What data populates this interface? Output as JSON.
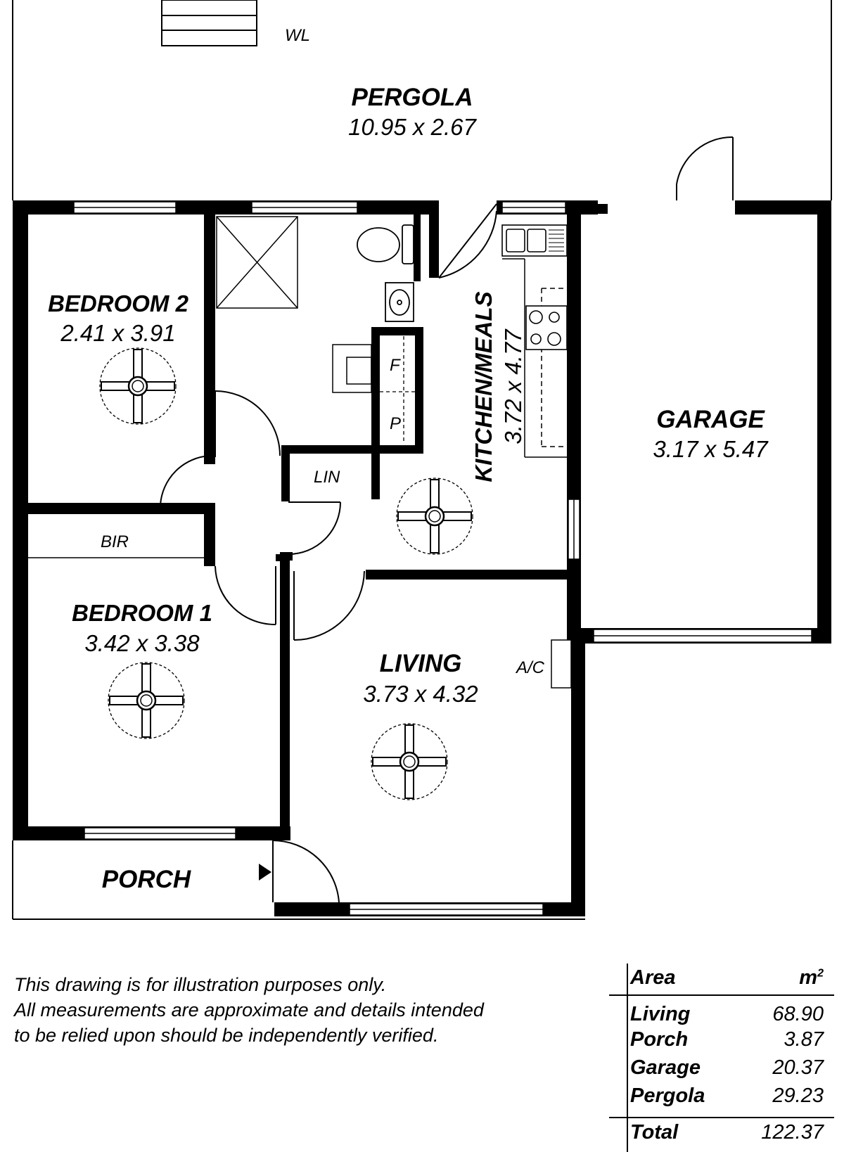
{
  "plan": {
    "labels": {
      "wl": "WL",
      "bir": "BIR",
      "lin": "LIN",
      "ac": "A/C",
      "fridge": "F",
      "pantry": "P"
    },
    "rooms": [
      {
        "id": "pergola",
        "name": "PERGOLA",
        "dims": "10.95 x 2.67"
      },
      {
        "id": "bedroom-2",
        "name": "BEDROOM 2",
        "dims": "2.41 x 3.91"
      },
      {
        "id": "kitchen-meals",
        "name": "KITCHEN/MEALS",
        "dims": "3.72 x 4.77"
      },
      {
        "id": "garage",
        "name": "GARAGE",
        "dims": "3.17 x 5.47"
      },
      {
        "id": "bedroom-1",
        "name": "BEDROOM 1",
        "dims": "3.42 x 3.38"
      },
      {
        "id": "living",
        "name": "LIVING",
        "dims": "3.73 x 4.32"
      },
      {
        "id": "porch",
        "name": "PORCH",
        "dims": ""
      }
    ]
  },
  "disclaimer": [
    "This drawing is for illustration purposes only.",
    "All measurements are approximate and details intended",
    "to be relied upon should be independently verified."
  ],
  "area_table": {
    "header_label": "Area",
    "header_unit": "m",
    "header_unit_sup": "2",
    "rows": [
      {
        "label": "Living",
        "value": "68.90"
      },
      {
        "label": "Porch",
        "value": "3.87"
      },
      {
        "label": "Garage",
        "value": "20.37"
      },
      {
        "label": "Pergola",
        "value": "29.23"
      }
    ],
    "total_label": "Total",
    "total_value": "122.37"
  }
}
